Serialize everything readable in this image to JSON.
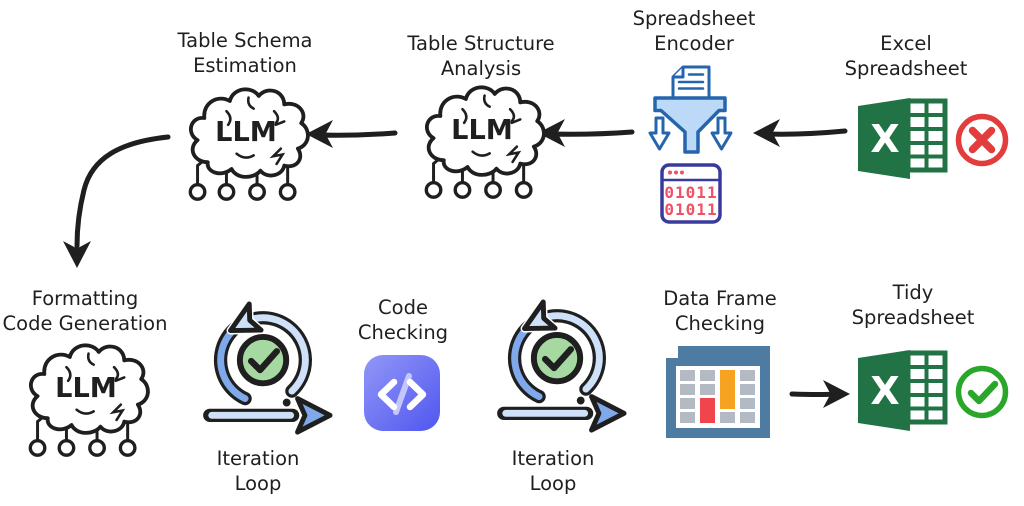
{
  "labels": {
    "table_schema_estimation": {
      "line1": "Table Schema",
      "line2": "Estimation"
    },
    "table_structure_analysis": {
      "line1": "Table Structure",
      "line2": "Analysis"
    },
    "spreadsheet_encoder": {
      "line1": "Spreadsheet",
      "line2": "Encoder"
    },
    "excel_spreadsheet": {
      "line1": "Excel",
      "line2": "Spreadsheet"
    },
    "formatting_code_generation": {
      "line1": "Formatting",
      "line2": "Code Generation"
    },
    "iteration_loop_1": {
      "line1": "Iteration",
      "line2": "Loop"
    },
    "code_checking": {
      "line1": "Code",
      "line2": "Checking"
    },
    "iteration_loop_2": {
      "line1": "Iteration",
      "line2": "Loop"
    },
    "data_frame_checking": {
      "line1": "Data Frame",
      "line2": "Checking"
    },
    "tidy_spreadsheet": {
      "line1": "Tidy",
      "line2": "Spreadsheet"
    }
  },
  "icons": {
    "llm_text": "LLM",
    "binary_line1": "01011",
    "binary_line2": "01011",
    "excel_letter": "X"
  },
  "colors": {
    "ink": "#1f1f1f",
    "excel_green": "#217346",
    "error_red": "#e23c3c",
    "success_green": "#2aa72a",
    "encoder_blue": "#2565ae",
    "encoder_blue_light": "#bcd9f7",
    "binary_border": "#3a3a9e",
    "binary_red": "#ef5166",
    "loop_light": "#cfe1f8",
    "loop_mid": "#7fa9ea",
    "check_green": "#a6d9a2",
    "code_purple_light": "#9297f8",
    "code_purple": "#5056ee",
    "code_slash": "#c4c7fb",
    "steel_blue": "#4d7ba1",
    "cell_gray": "#b4bac3",
    "bar_orange": "#f6a321",
    "bar_red": "#f1454e"
  }
}
